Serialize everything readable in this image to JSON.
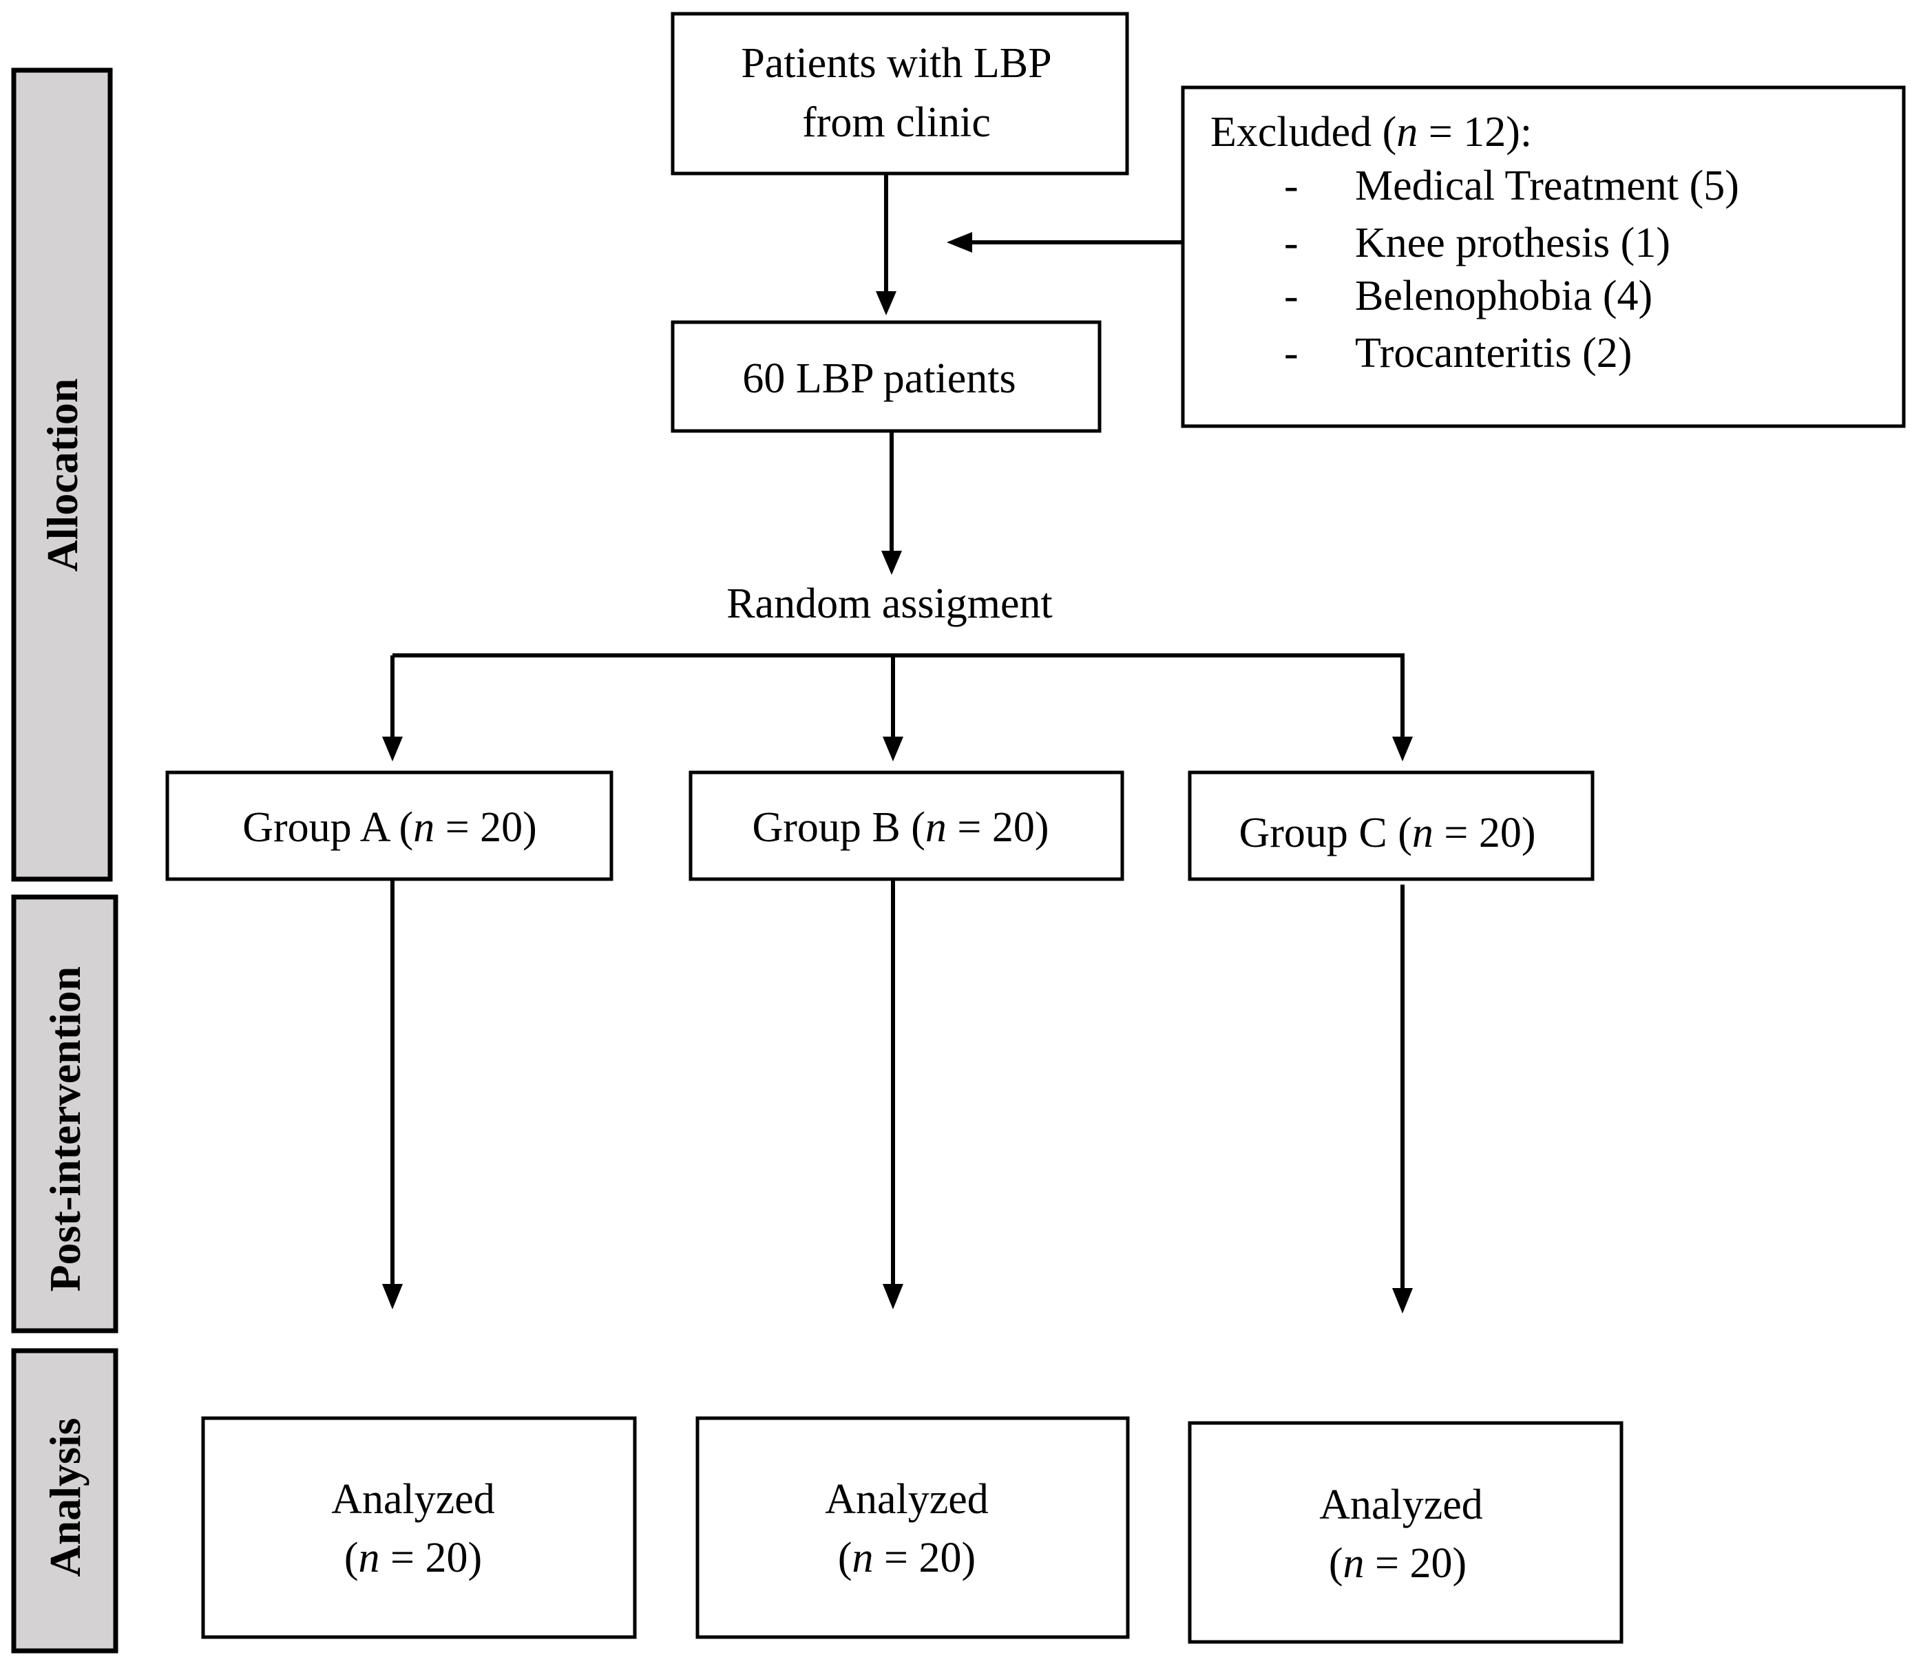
{
  "phases": {
    "allocation": "Allocation",
    "post_intervention": "Post-intervention",
    "analysis": "Analysis"
  },
  "enrollment": {
    "line1": "Patients with LBP",
    "line2": "from clinic"
  },
  "excluded": {
    "title_prefix": "Excluded (",
    "n_var": "n",
    "title_suffix": " = 12):",
    "bullet": "-",
    "items": [
      "Medical Treatment (5)",
      "Knee prothesis (1)",
      "Belenophobia (4)",
      "Trocanteritis (2)"
    ]
  },
  "patients": "60 LBP patients",
  "randomization": "Random assigment",
  "groups": [
    {
      "prefix": "Group A (",
      "n_var": "n",
      "suffix": " = 20)"
    },
    {
      "prefix": "Group B (",
      "n_var": "n",
      "suffix": " = 20)"
    },
    {
      "prefix": "Group C (",
      "n_var": "n",
      "suffix": " = 20)"
    }
  ],
  "analyzed": [
    {
      "label": "Analyzed",
      "open": "(",
      "n_var": "n",
      "rest": " = 20)"
    },
    {
      "label": "Analyzed",
      "open": "(",
      "n_var": "n",
      "rest": " = 20)"
    },
    {
      "label": "Analyzed",
      "open": "(",
      "n_var": "n",
      "rest": " = 20)"
    }
  ]
}
